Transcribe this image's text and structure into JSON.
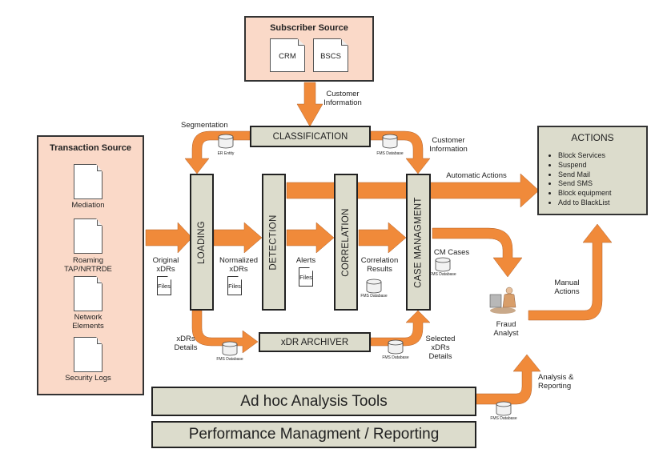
{
  "subscriber_source": {
    "title": "Subscriber Source",
    "docs": [
      "CRM",
      "BSCS"
    ]
  },
  "transaction_source": {
    "title": "Transaction Source",
    "docs": [
      "Mediation",
      "Roaming TAP/NRTRDE",
      "Network Elements",
      "Security Logs"
    ]
  },
  "stages": {
    "classification": "CLASSIFICATION",
    "loading": "LOADING",
    "detection": "DETECTION",
    "correlation": "CORRELATION",
    "case_management": "CASE MANAGMENT",
    "archiver": "xDR ARCHIVER"
  },
  "labels": {
    "customer_information_top": "Customer Information",
    "customer_information_right": "Customer Information",
    "segmentation": "Segmentation",
    "er_entity": "ER Entity",
    "fms_database": "FMS Database",
    "original_xdrs": "Original xDRs",
    "normalized_xdrs": "Normalized xDRs",
    "alerts": "Alerts",
    "correlation_results": "Correlation Results",
    "cm_cases": "CM Cases",
    "automatic_actions": "Automatic Actions",
    "manual_actions": "Manual Actions",
    "xdrs_details": "xDRs Details",
    "selected_xdrs_details": "Selected xDRs Details",
    "fraud_analyst": "Fraud Analyst",
    "analysis_reporting": "Analysis & Reporting",
    "files": "Files"
  },
  "actions": {
    "title": "ACTIONS",
    "items": [
      "Block Services",
      "Suspend",
      "Send Mail",
      "Send SMS",
      "Block equipment",
      "Add to BlackList"
    ]
  },
  "tools": {
    "adhoc": "Ad hoc Analysis Tools",
    "performance": "Performance Managment / Reporting"
  },
  "colors": {
    "arrow": "#f08a3a",
    "box_fill": "#dcdccc",
    "source_fill": "#fad9c8"
  }
}
